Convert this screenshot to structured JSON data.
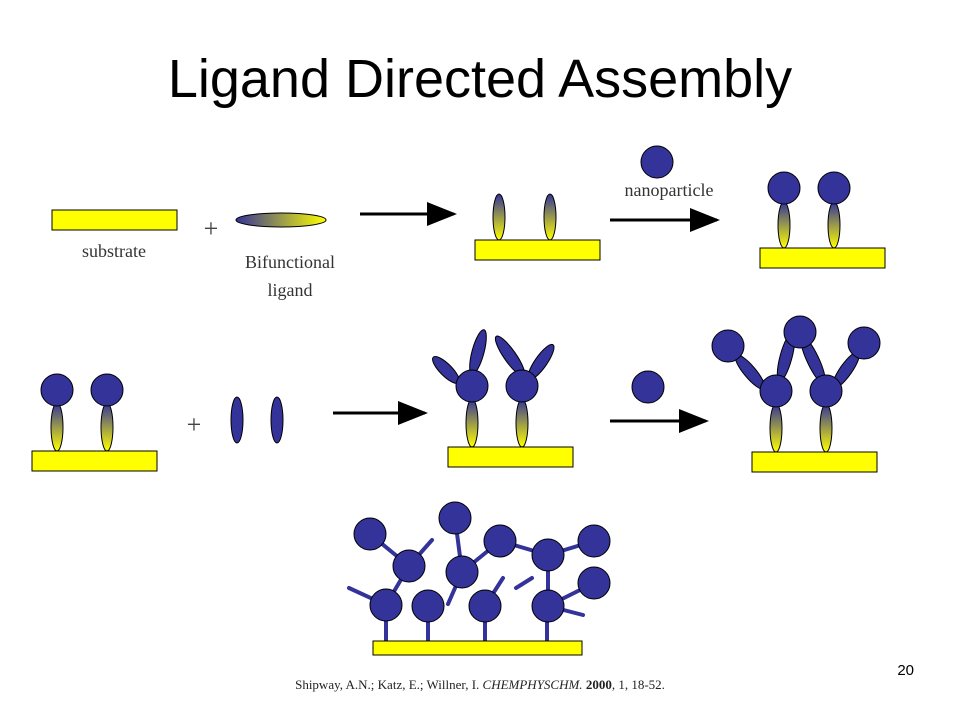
{
  "slide": {
    "title": "Ligand Directed Assembly",
    "page_number": "20"
  },
  "labels": {
    "substrate": "substrate",
    "ligand_line1": "Bifunctional",
    "ligand_line2": "ligand",
    "nanoparticle": "nanoparticle",
    "plus": "+"
  },
  "citation": {
    "authors": "Shipway, A.N.; Katz, E.; Willner, I.",
    "journal": "CHEMPHYSCHM.",
    "year": "2000",
    "volume_pages": ", 1, 18-52."
  },
  "colors": {
    "substrate": "#ffff00",
    "nanoparticle": "#333399",
    "ligand_gradient_start": "#333399",
    "ligand_gradient_end": "#ffff00",
    "outline": "#000000"
  }
}
